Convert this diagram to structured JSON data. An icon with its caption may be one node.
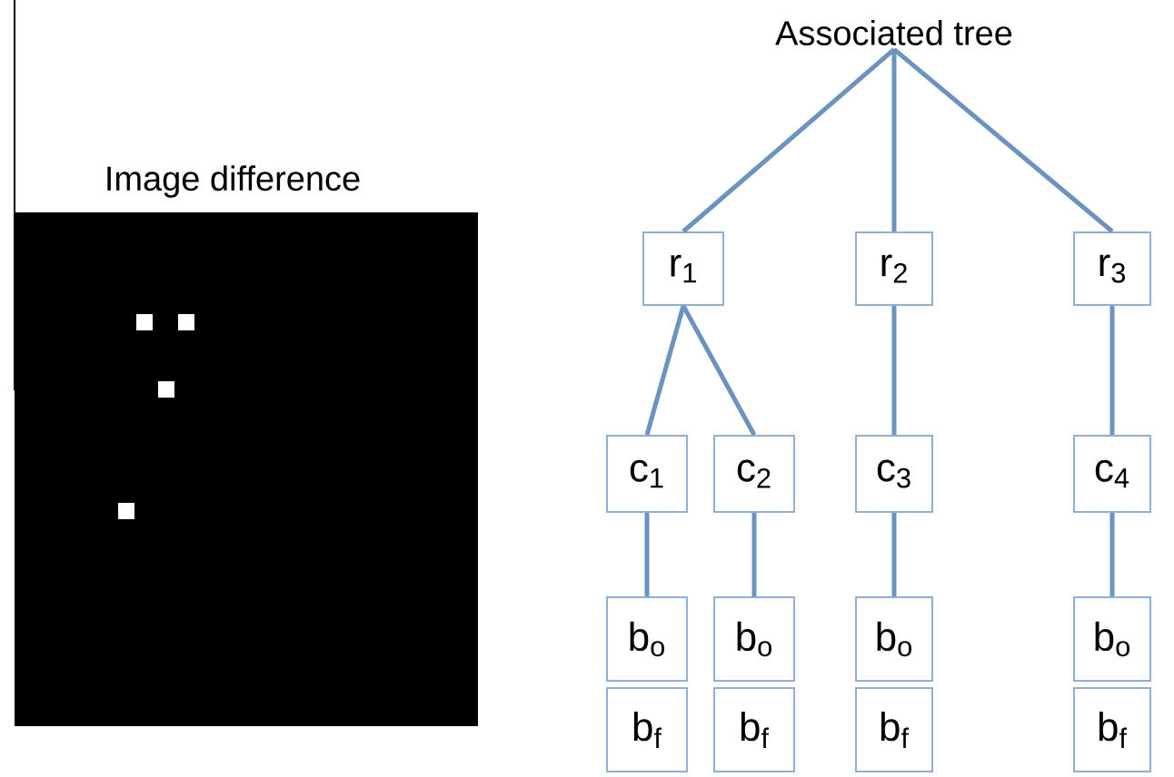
{
  "diagram": {
    "nodes": [
      {
        "text": [
          "Associated tree"
        ]
      },
      {
        "text": [
          "r$_{1}$"
        ]
      },
      {
        "text": [
          "r$_{2}$"
        ]
      },
      {
        "text": [
          "r$_{3}$"
        ]
      },
      {
        "text": [
          "c$_{1}$"
        ]
      },
      {
        "text": [
          "c$_{2}$"
        ]
      },
      {
        "text": [
          "c$_{3}$"
        ]
      },
      {
        "text": [
          "c$_{4}$"
        ]
      },
      {
        "text": [
          "b$_{o}$"
        ]
      },
      {
        "text": [
          "b$_{o}$"
        ]
      },
      {
        "text": [
          "b$_{o}$"
        ]
      },
      {
        "text": [
          "b$_{o}$"
        ]
      },
      {
        "text": [
          "b$_{f}$"
        ]
      },
      {
        "text": [
          "b$_{f}$"
        ]
      },
      {
        "text": [
          "b$_{f}$"
        ]
      },
      {
        "text": [
          "b$_{f}$"
        ]
      }
    ],
    "edges": [
      {
        "from": 0,
        "to": 1,
        "arrow": "none"
      },
      {
        "from": 0,
        "to": 2,
        "arrow": "none"
      },
      {
        "from": 0,
        "to": 3,
        "arrow": "none"
      },
      {
        "from": 1,
        "to": 4,
        "arrow": "none"
      },
      {
        "from": 1,
        "to": 5,
        "arrow": "none"
      },
      {
        "from": 2,
        "to": 6,
        "arrow": "none"
      },
      {
        "from": 3,
        "to": 7,
        "arrow": "none"
      },
      {
        "from": 4,
        "to": 8,
        "arrow": "none"
      },
      {
        "from": 5,
        "to": 9,
        "arrow": "none"
      },
      {
        "from": 6,
        "to": 10,
        "arrow": "none"
      },
      {
        "from": 7,
        "to": 11,
        "arrow": "none"
      }
    ],
    "labels": [
      "Image difference"
    ]
  }
}
